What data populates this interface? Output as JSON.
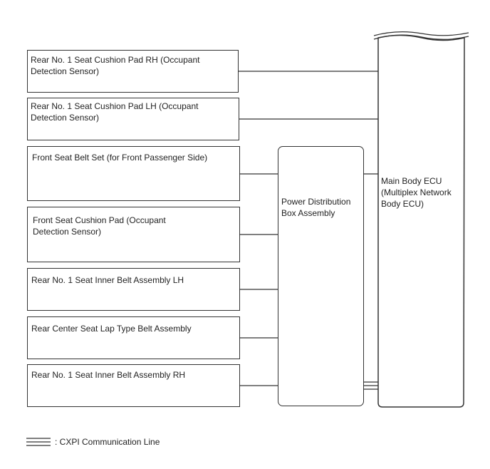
{
  "components": [
    {
      "id": "rear-seat-cushion-rh",
      "label": "Rear No. 1 Seat Cushion Pad RH (Occupant\nDetection Sensor)",
      "connects_to": "main-body-ecu",
      "line": "normal"
    },
    {
      "id": "rear-seat-cushion-lh",
      "label": "Rear No. 1 Seat Cushion Pad LH (Occupant\nDetection Sensor)",
      "connects_to": "main-body-ecu",
      "line": "normal"
    },
    {
      "id": "front-seat-belt-set",
      "label": "Front Seat Belt Set (for Front Passenger Side)",
      "connects_to": "power-distribution-box",
      "line": "normal"
    },
    {
      "id": "front-seat-cushion",
      "label": "Front Seat Cushion Pad (Occupant\nDetection Sensor)",
      "connects_to": "power-distribution-box",
      "line": "normal"
    },
    {
      "id": "rear-inner-belt-lh",
      "label": "Rear No. 1 Seat Inner Belt Assembly LH",
      "connects_to": "power-distribution-box",
      "line": "normal"
    },
    {
      "id": "rear-center-lap-belt",
      "label": "Rear Center Seat Lap Type Belt Assembly",
      "connects_to": "power-distribution-box",
      "line": "normal"
    },
    {
      "id": "rear-inner-belt-rh",
      "label": "Rear No. 1 Seat Inner Belt Assembly RH",
      "connects_to": "power-distribution-box",
      "line": "normal"
    }
  ],
  "power_distribution_box": {
    "label": "Power Distribution\nBox Assembly",
    "connects_to": [
      "main-body-ecu"
    ],
    "lines": [
      "normal",
      "cxpi"
    ]
  },
  "main_body_ecu": {
    "label": "Main Body ECU\n(Multiplex Network\nBody ECU)"
  },
  "legend": {
    "cxpi_label": ": CXPI Communication Line"
  },
  "colors": {
    "line": "#333333",
    "text": "#222222",
    "background": "#ffffff"
  }
}
